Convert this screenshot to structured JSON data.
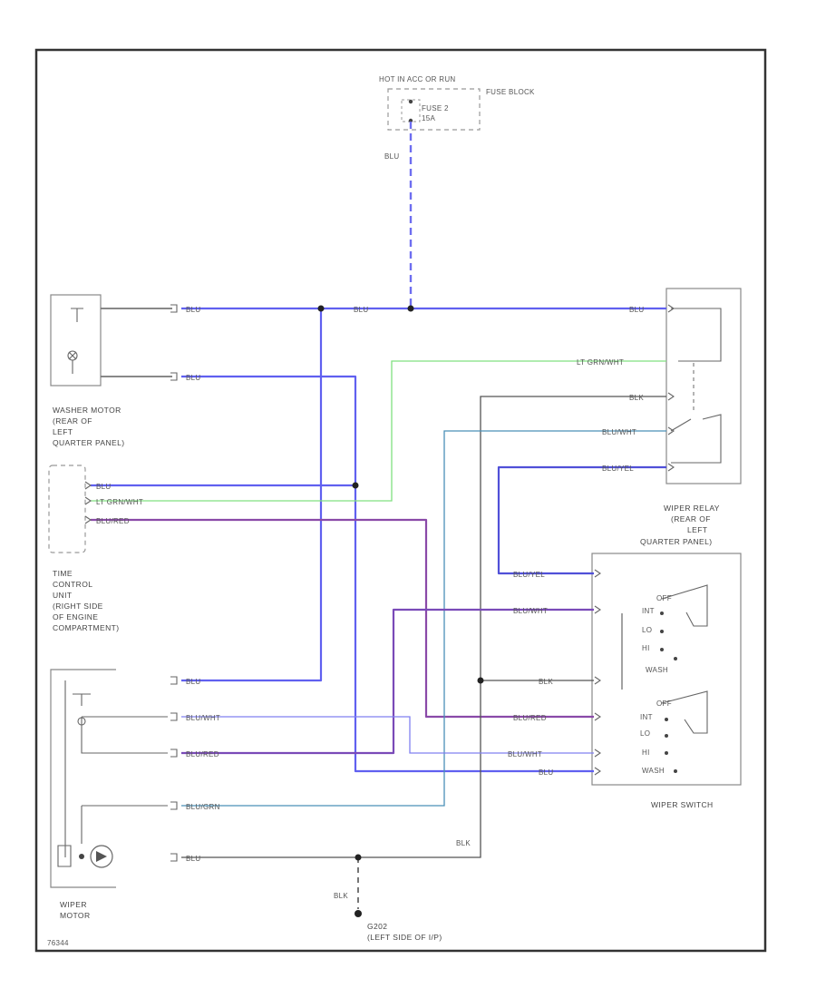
{
  "diagram": {
    "fuse_block": {
      "hot_label": "HOT IN ACC OR RUN",
      "name": "FUSE BLOCK",
      "fuse": "FUSE 2",
      "amps": "15A"
    },
    "components": {
      "washer_motor": [
        "WASHER MOTOR",
        "(REAR OF",
        "LEFT",
        "QUARTER PANEL)"
      ],
      "time_control_unit": [
        "TIME",
        "CONTROL",
        "UNIT",
        "(RIGHT SIDE",
        "OF ENGINE",
        "COMPARTMENT)"
      ],
      "wiper_relay": [
        "WIPER RELAY",
        "(REAR OF",
        "LEFT",
        "QUARTER PANEL)"
      ],
      "wiper_switch": "WIPER SWITCH",
      "wiper_motor": [
        "WIPER",
        "MOTOR"
      ],
      "ground": [
        "G202",
        "(LEFT SIDE OF I/P)"
      ]
    },
    "wire_labels": {
      "blu_feed": "BLU",
      "blk": "BLK",
      "blk_ground": "BLK",
      "wm_blu": "BLU",
      "wm_blu2": "BLU",
      "mid_blu": "BLU",
      "relay_blu": "BLU",
      "relay_lt_grn": "LT GRN/WHT",
      "relay_blk": "BLK",
      "relay_blu_wht": "BLU/WHT",
      "relay_blu_yel": "BLU/YEL",
      "tcu_blu": "BLU",
      "tcu_lt_grn": "LT GRN/WHT",
      "tcu_blu_red": "BLU/RED",
      "sw_blu_yel": "BLU/YEL",
      "sw_blu_wht": "BLU/WHT",
      "sw_blk": "BLK",
      "sw_blu_red": "BLU/RED",
      "sw_blu_wht2": "BLU/WHT",
      "sw_blu": "BLU",
      "mot_blu": "BLU",
      "mot_blu_wht": "BLU/WHT",
      "mot_blu_red": "BLU/RED",
      "mot_blu_grn": "BLU/GRN",
      "mot_blu2": "BLU"
    },
    "switch_positions": {
      "upper": [
        "OFF",
        "INT",
        "LO",
        "HI",
        "WASH"
      ],
      "lower": [
        "OFF",
        "INT",
        "LO",
        "HI",
        "WASH"
      ]
    },
    "footer_code": "76344"
  }
}
